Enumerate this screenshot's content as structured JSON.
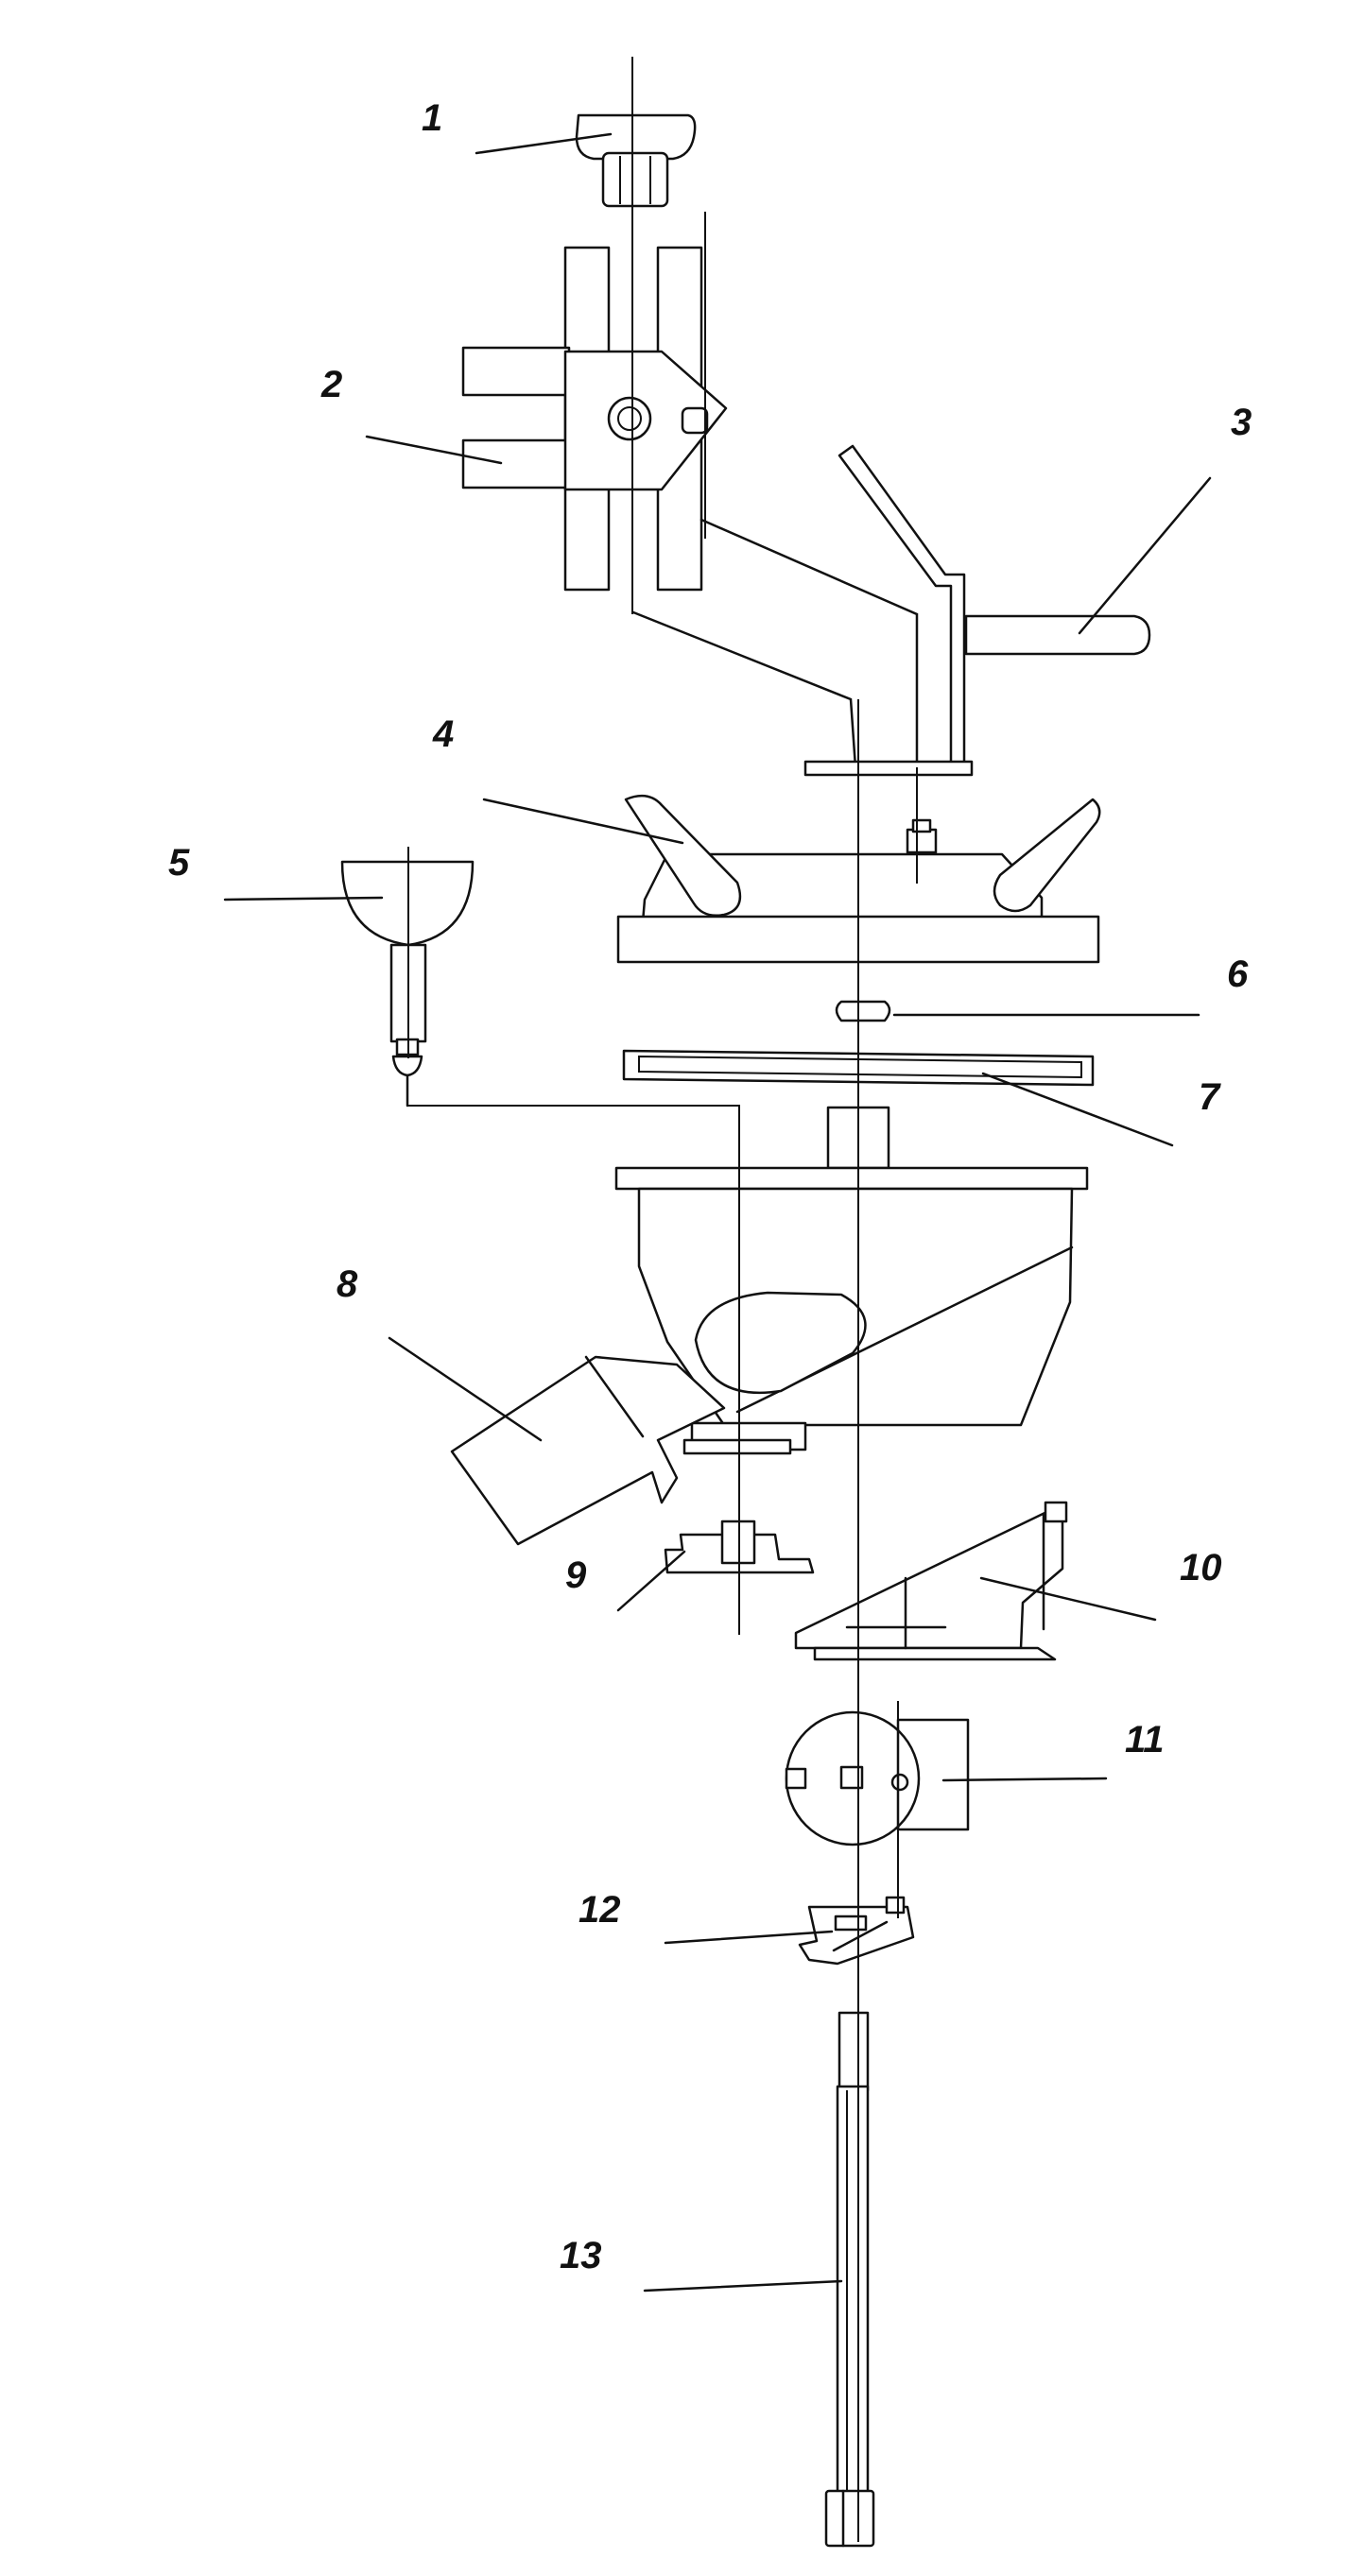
{
  "labels": [
    "1",
    "2",
    "3",
    "4",
    "5",
    "6",
    "7",
    "8",
    "9",
    "10",
    "11",
    "12",
    "13"
  ]
}
